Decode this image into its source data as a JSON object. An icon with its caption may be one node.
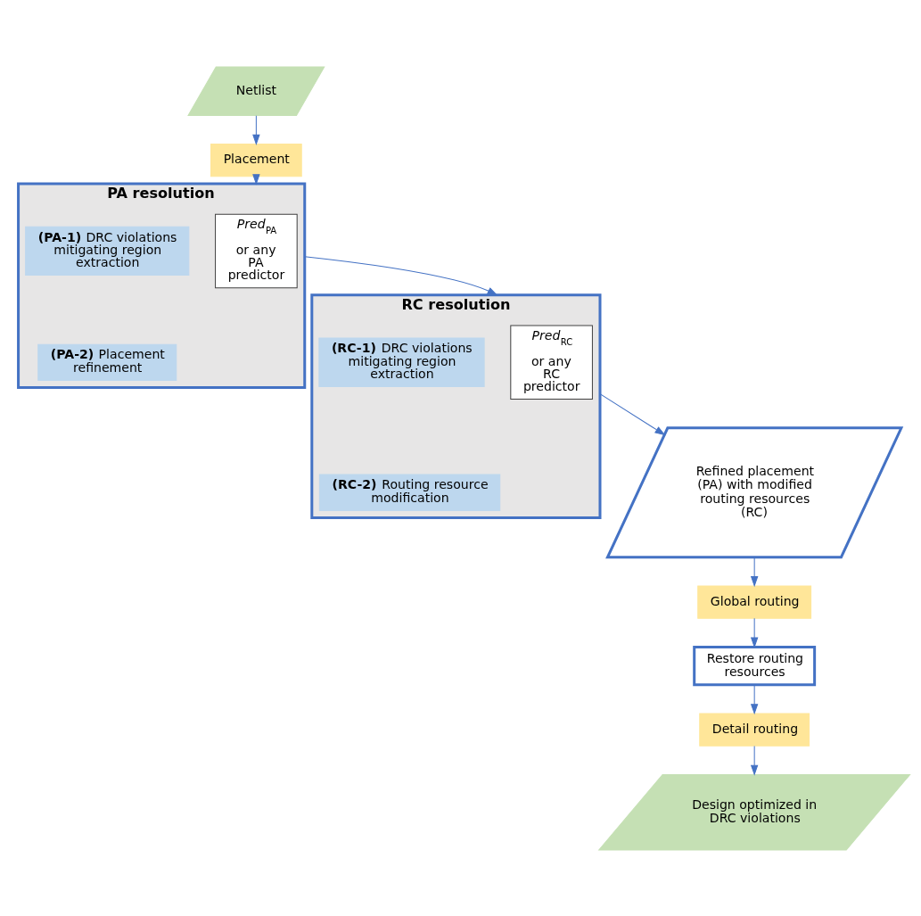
{
  "diagram": {
    "nodes": [
      {
        "text": [
          "Netlist"
        ]
      },
      {
        "text": [
          "Placement"
        ]
      },
      {
        "text": [
          "PA resolution"
        ]
      },
      {
        "text": [
          "*Pred*$_{PA}$ or any PA predictor"
        ],
        "in": 2
      },
      {
        "text": [
          "**(PA-1)** DRC violations mitigating region extraction"
        ],
        "in": 2
      },
      {
        "text": [
          "**(PA-2)** Placement refinement"
        ],
        "in": 2
      },
      {
        "text": [
          "RC resolution"
        ]
      },
      {
        "text": [
          "*Pred*$_{RC}$ or any RC predictor"
        ],
        "in": 6
      },
      {
        "text": [
          "**(RC-1)** DRC violations mitigating region extraction"
        ],
        "in": 6
      },
      {
        "text": [
          "**(RC-2)** Routing resource modification"
        ],
        "in": 6
      },
      {
        "text": [
          "Refined placement (PA) with modified routing resources (RC)"
        ]
      },
      {
        "text": [
          "Global routing"
        ]
      },
      {
        "text": [
          "Restore routing resources"
        ]
      },
      {
        "text": [
          "Detail routing"
        ]
      },
      {
        "text": [
          "Design optimized in DRC violations"
        ]
      }
    ],
    "edges": [
      {
        "from": 0,
        "to": 1,
        "arrow": "to"
      },
      {
        "from": 1,
        "to": 2,
        "arrow": "to"
      },
      {
        "from": 2,
        "to": 6,
        "arrow": "to"
      },
      {
        "from": 6,
        "to": 10,
        "arrow": "to"
      },
      {
        "from": 10,
        "to": 11,
        "arrow": "to"
      },
      {
        "from": 11,
        "to": 12,
        "arrow": "to"
      },
      {
        "from": 12,
        "to": 13,
        "arrow": "to"
      },
      {
        "from": 13,
        "to": 14,
        "arrow": "to"
      }
    ]
  }
}
